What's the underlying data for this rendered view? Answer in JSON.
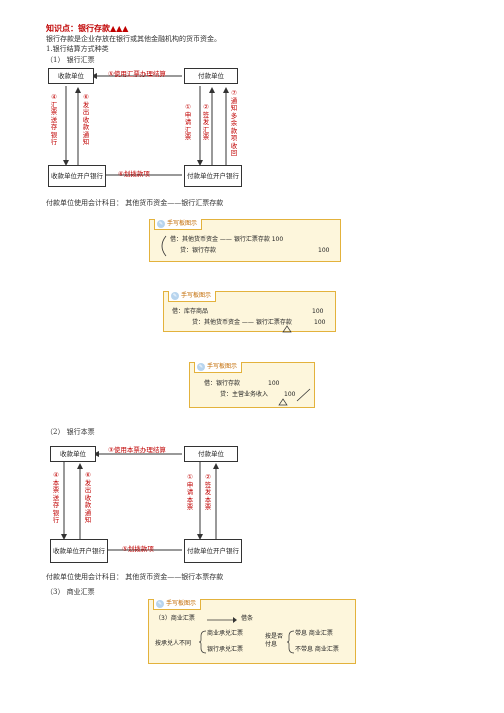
{
  "heading": "知识点：银行存款▲▲▲",
  "intro": "银行存款是企业存放在银行或其他金融机构的货币资金。",
  "section1": "1.银行结算方式种类",
  "sub1": "（1） 银行汇票",
  "diagram1": {
    "top_left": "收款单位",
    "top_right": "付款单位",
    "bottom_left": "收款单位开户银行",
    "bottom_right": "付款单位开户银行",
    "top_arrow": "⑤使用汇票办理结算",
    "bottom_arrow": "⑥划拨款项",
    "v4": "④汇票送存银行",
    "v6": "⑥发出收款通知",
    "v1": "①申请汇票",
    "v2": "②签发汇票",
    "v7": "⑦通知多余款项收回"
  },
  "line1": "付款单位使用会计科目：  其他货币资金——银行汇票存款",
  "note1": {
    "tab": "手写板图示",
    "l1": "借：其他货币资金 —— 银行汇票存款    100",
    "l2": "贷：银行存款",
    "l2v": "100"
  },
  "note2": {
    "tab": "手写板图示",
    "l1": "借：库存商品",
    "l1v": "100",
    "l2": "贷：其他货币资金 —— 银行汇票存款",
    "l2v": "100"
  },
  "note3": {
    "tab": "手写板图示",
    "l1": "借：银行存款",
    "l1v": "100",
    "l2": "贷：主营业务收入",
    "l2v": "100"
  },
  "sub2": "（2） 银行本票",
  "diagram2": {
    "top_left": "收款单位",
    "top_right": "付款单位",
    "bottom_left": "收款单位开户银行",
    "bottom_right": "付款单位开户银行",
    "top_arrow": "③使用本票办理结算",
    "bottom_arrow": "⑤划拨款项",
    "v4": "④本票送存银行",
    "v6": "⑥发出收款通知",
    "v1": "①申请本票",
    "v2": "②签发本票"
  },
  "line2": "付款单位使用会计科目：  其他货币资金——银行本票存款",
  "sub3": "（3） 商业汇票",
  "note4": {
    "tab": "手写板图示",
    "title": "（3）商业汇票",
    "arrow_to": "借条",
    "acceptor": "按承兑人不同",
    "a1": "商业承兑汇票",
    "a2": "银行承兑汇票",
    "interest": "按是否付息",
    "b1": "带息   商业汇票",
    "b2": "不带息  商业汇票"
  }
}
